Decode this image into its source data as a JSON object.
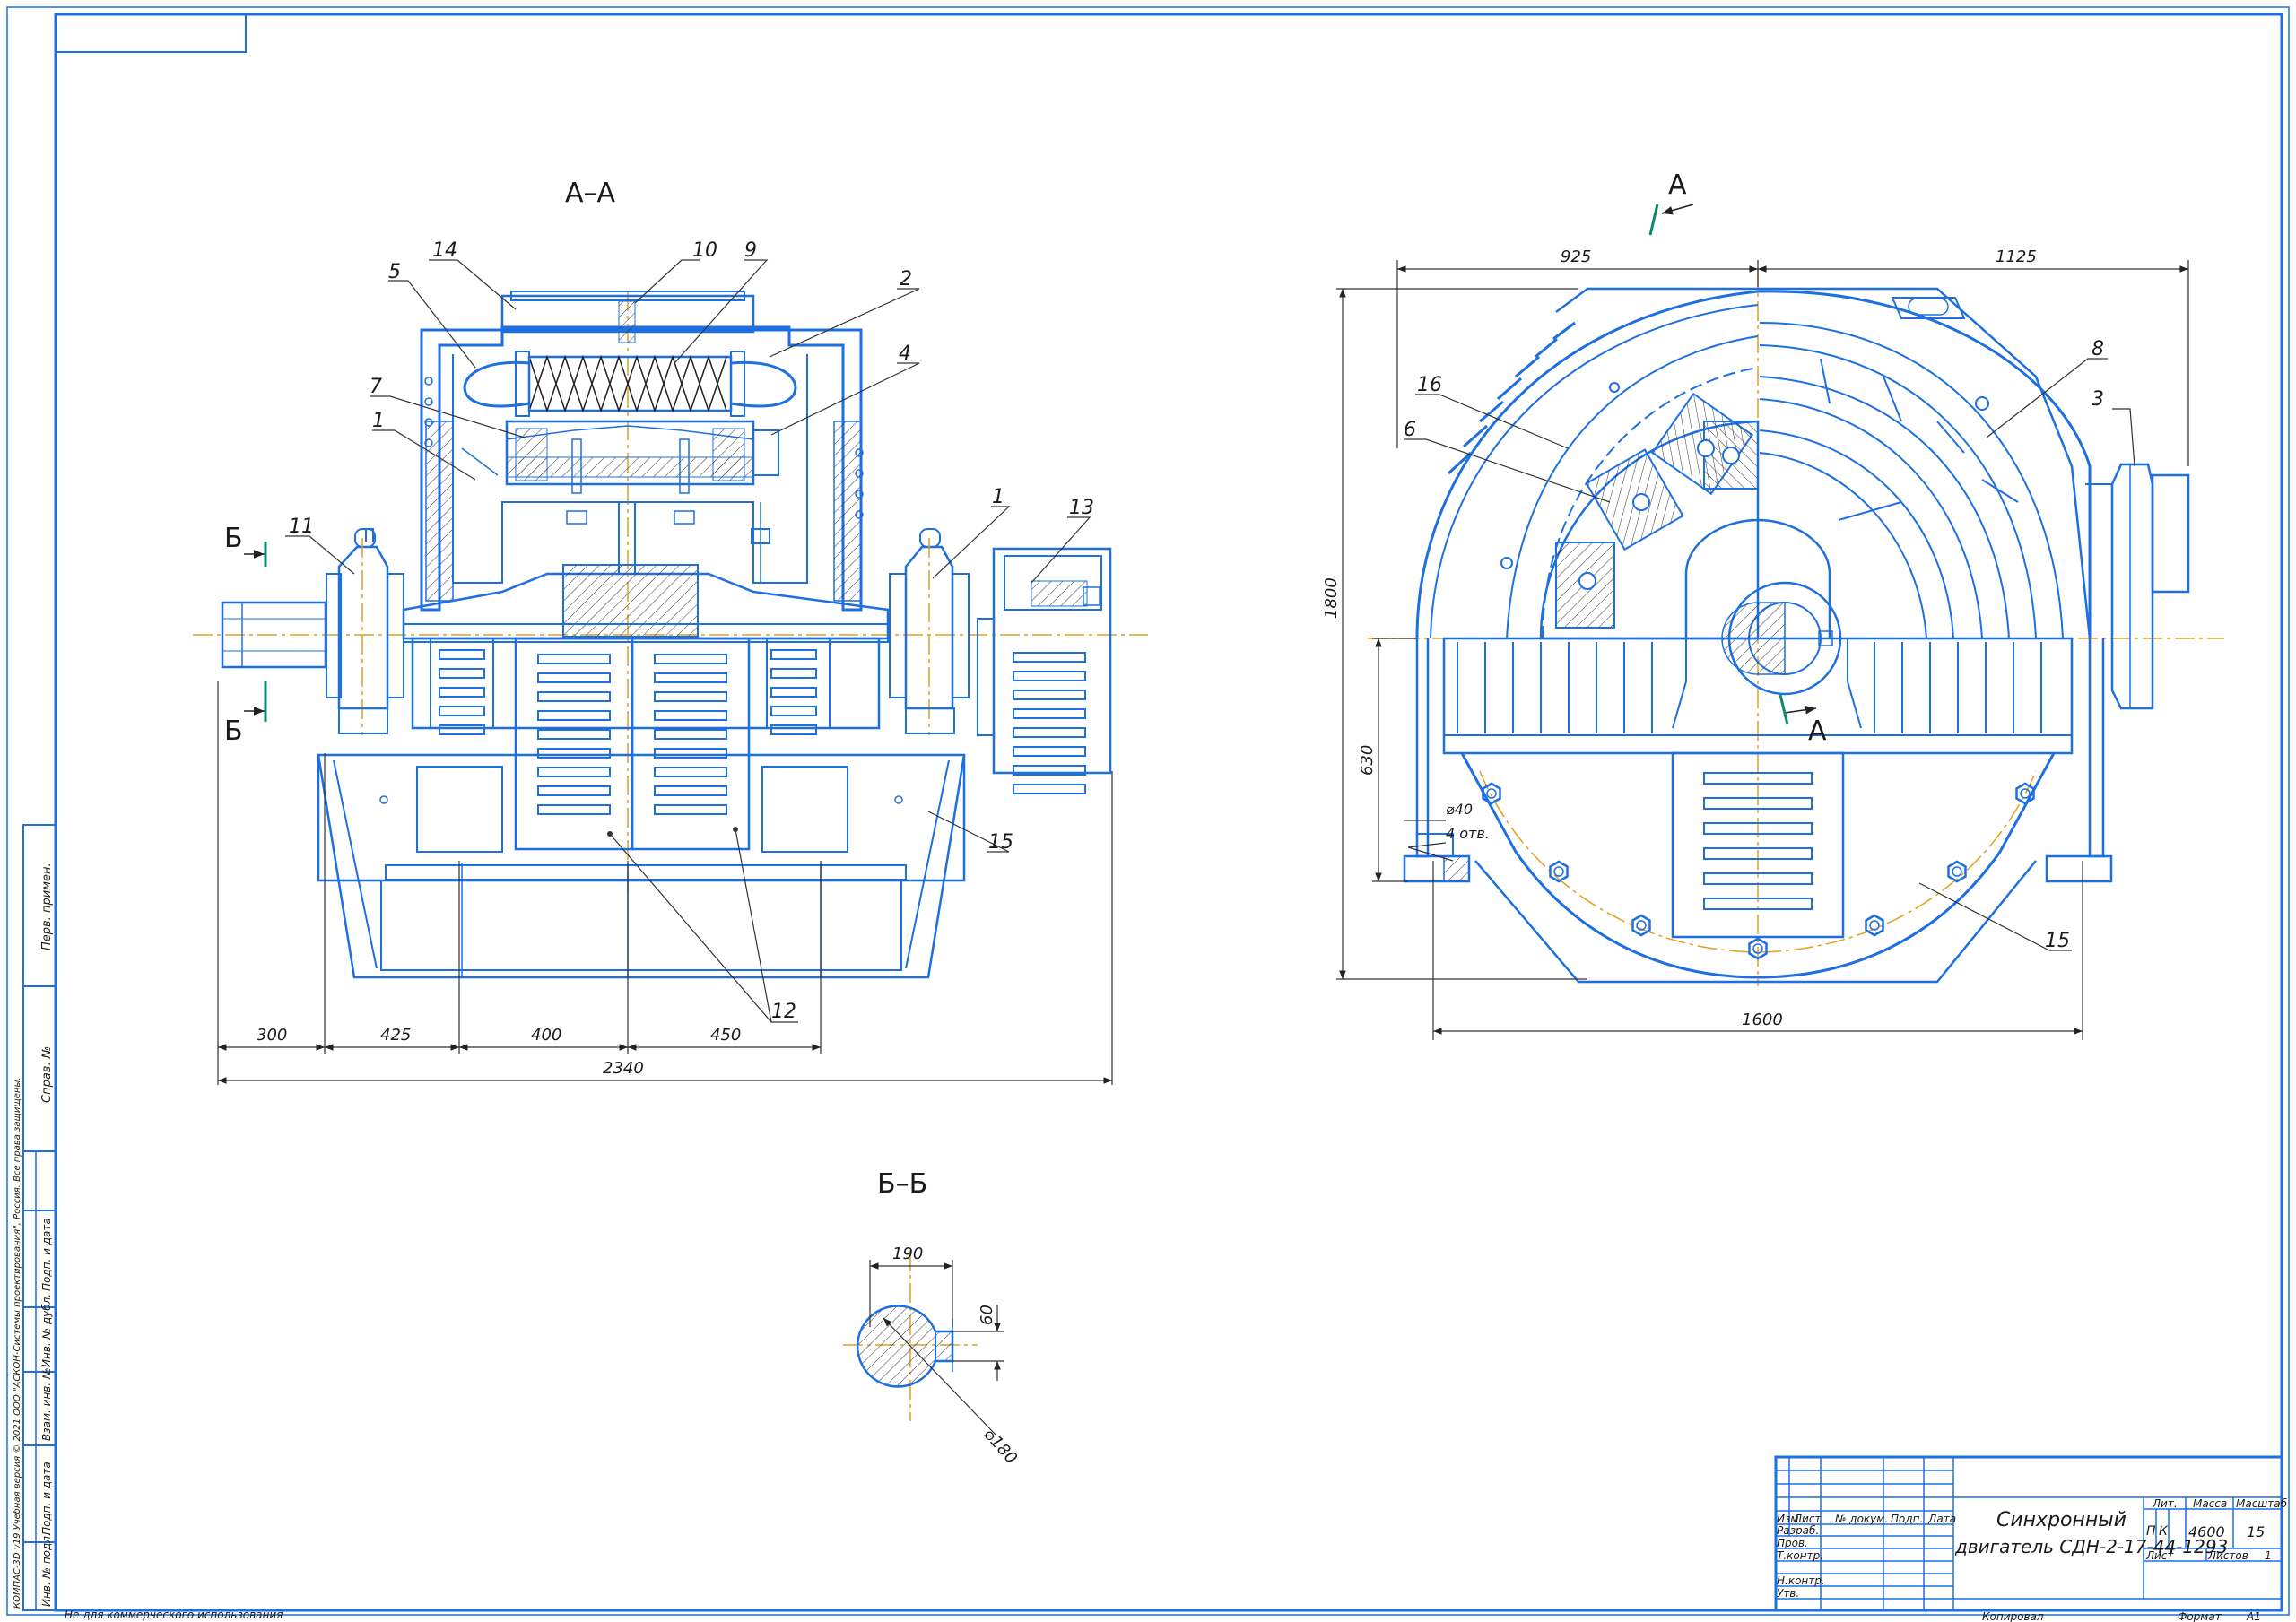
{
  "colors": {
    "line": "#1e6fe0",
    "annotation": "#1a1a1a",
    "axis": "#e0a020",
    "cut_mark": "#0b8a6a"
  },
  "views": {
    "aa": {
      "title": "А–А"
    },
    "bb": {
      "title": "Б–Б"
    }
  },
  "cut_letters": {
    "a": "А",
    "b": "Б"
  },
  "callouts": {
    "c1": "1",
    "c2": "2",
    "c3": "3",
    "c4": "4",
    "c5": "5",
    "c6": "6",
    "c7": "7",
    "c8": "8",
    "c9": "9",
    "c10": "10",
    "c11": "11",
    "c12": "12",
    "c13": "13",
    "c14": "14",
    "c15": "15",
    "c16": "16"
  },
  "dimensions": {
    "d300": "300",
    "d425": "425",
    "d400": "400",
    "d450": "450",
    "d2340": "2340",
    "d925": "925",
    "d1125": "1125",
    "d1800": "1800",
    "d630": "630",
    "d1600": "1600",
    "d190": "190",
    "d60": "60",
    "dia180": "⌀180",
    "dia40": "⌀40",
    "holes4": "4 отв."
  },
  "side_stamp": {
    "perv_primen": "Перв. примен.",
    "sprav": "Справ. №",
    "podp_data_1": "Подп. и дата",
    "inv_dubl": "Инв. № дубл.",
    "vzam_inv": "Взам. инв. №",
    "podp_data_2": "Подп. и дата",
    "inv_podl": "Инв. № подл."
  },
  "left_notice": "КОМПАС-3D v19 Учебная версия © 2021 ООО \"АСКОН-Системы проектирования\", Россия. Все права защищены.",
  "bottom_notice": "Не для коммерческого использования",
  "title_block": {
    "title_line1": "Синхронный",
    "title_line2": "двигатель СДН-2-17-44-1293",
    "col_izm": "Изм.",
    "col_list": "Лист",
    "col_doc": "№ докум.",
    "col_podp": "Подп.",
    "col_data": "Дата",
    "razrab": "Разраб.",
    "prov": "Пров.",
    "tkontr": "Т.контр.",
    "nkontr": "Н.контр.",
    "utv": "Утв.",
    "lit": "Лит.",
    "massa": "Масса",
    "masshtab": "Масштаб",
    "lit_p": "П",
    "lit_k": "К",
    "mass_value": "4600",
    "scale_value": "15",
    "list_label": "Лист",
    "listov_label": "Листов",
    "listov_value": "1",
    "kopiroval": "Копировал",
    "format": "Формат",
    "format_value": "А1"
  }
}
